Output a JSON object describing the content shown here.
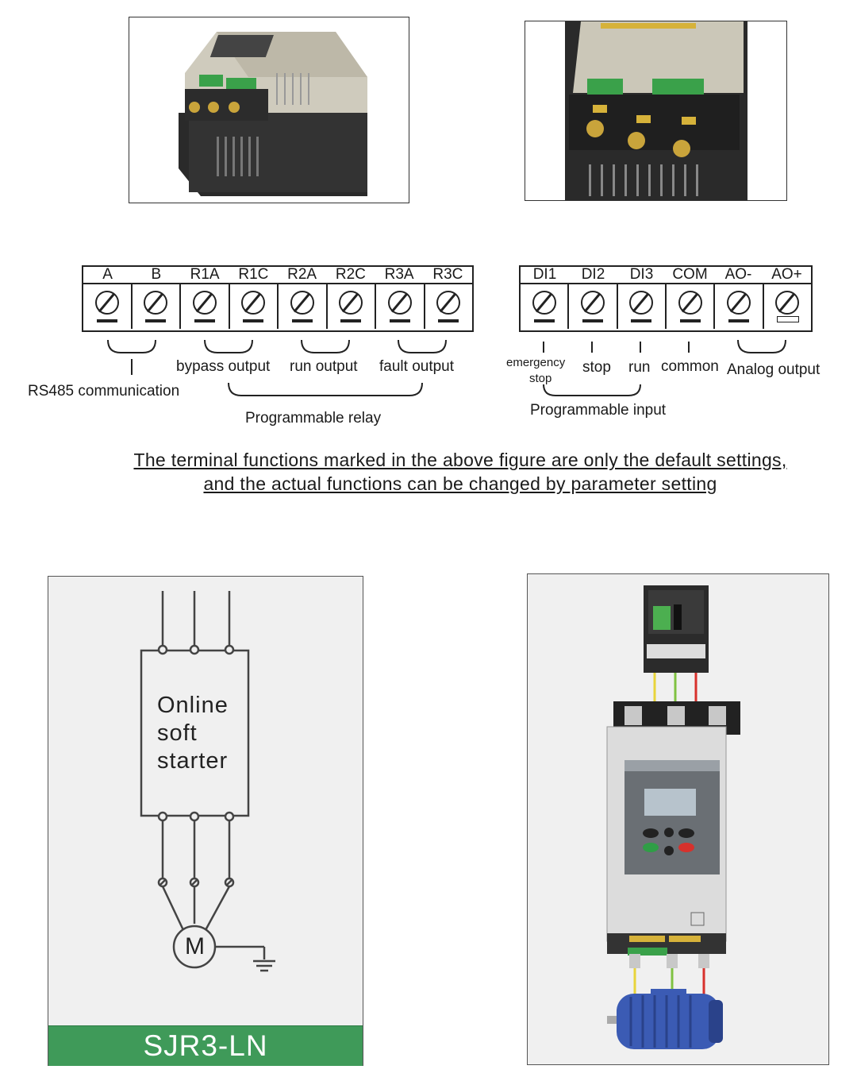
{
  "left_terminals": [
    "A",
    "B",
    "R1A",
    "R1C",
    "R2A",
    "R2C",
    "R3A",
    "R3C"
  ],
  "right_terminals": [
    "DI1",
    "DI2",
    "DI3",
    "COM",
    "AO-",
    "AO+"
  ],
  "left_labels": {
    "bypass": "bypass output",
    "run": "run output",
    "fault": "fault output",
    "rs485": "RS485 communication",
    "relay": "Programmable relay"
  },
  "right_labels": {
    "emergency_1": "emergency",
    "emergency_2": "stop",
    "stop": "stop",
    "run": "run",
    "common": "common",
    "analog": "Analog output",
    "input": "Programmable input"
  },
  "note": {
    "line1": "The terminal functions marked in the above figure are only the default settings,",
    "line2": "and the actual functions can be changed by parameter setting"
  },
  "wiring": {
    "box_line1": "Online",
    "box_line2": "soft",
    "box_line3": "starter",
    "motor": "M",
    "model": "SJR3-LN"
  },
  "colors": {
    "model_band": "#3f9a59",
    "panel_bg": "#f0f0f0"
  }
}
